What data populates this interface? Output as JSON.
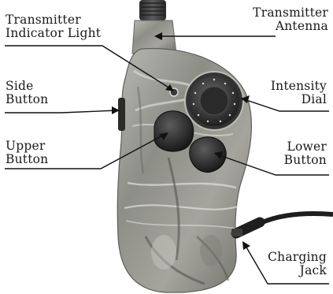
{
  "labels": {
    "antenna": [
      "Transmitter",
      "Antenna"
    ],
    "indicator": [
      "Transmitter",
      "Indicator Light"
    ],
    "side_button": [
      "Side",
      "Button"
    ],
    "intensity_dial": [
      "Intensity",
      "Dial"
    ],
    "upper_button": [
      "Upper",
      "Button"
    ],
    "lower_button": [
      "Lower",
      "Button"
    ],
    "charging_jack": [
      "Charging",
      "Jack"
    ]
  },
  "colors": {
    "text": "#1a1a1a",
    "leader_line": "#111111",
    "background": "#ffffff"
  }
}
